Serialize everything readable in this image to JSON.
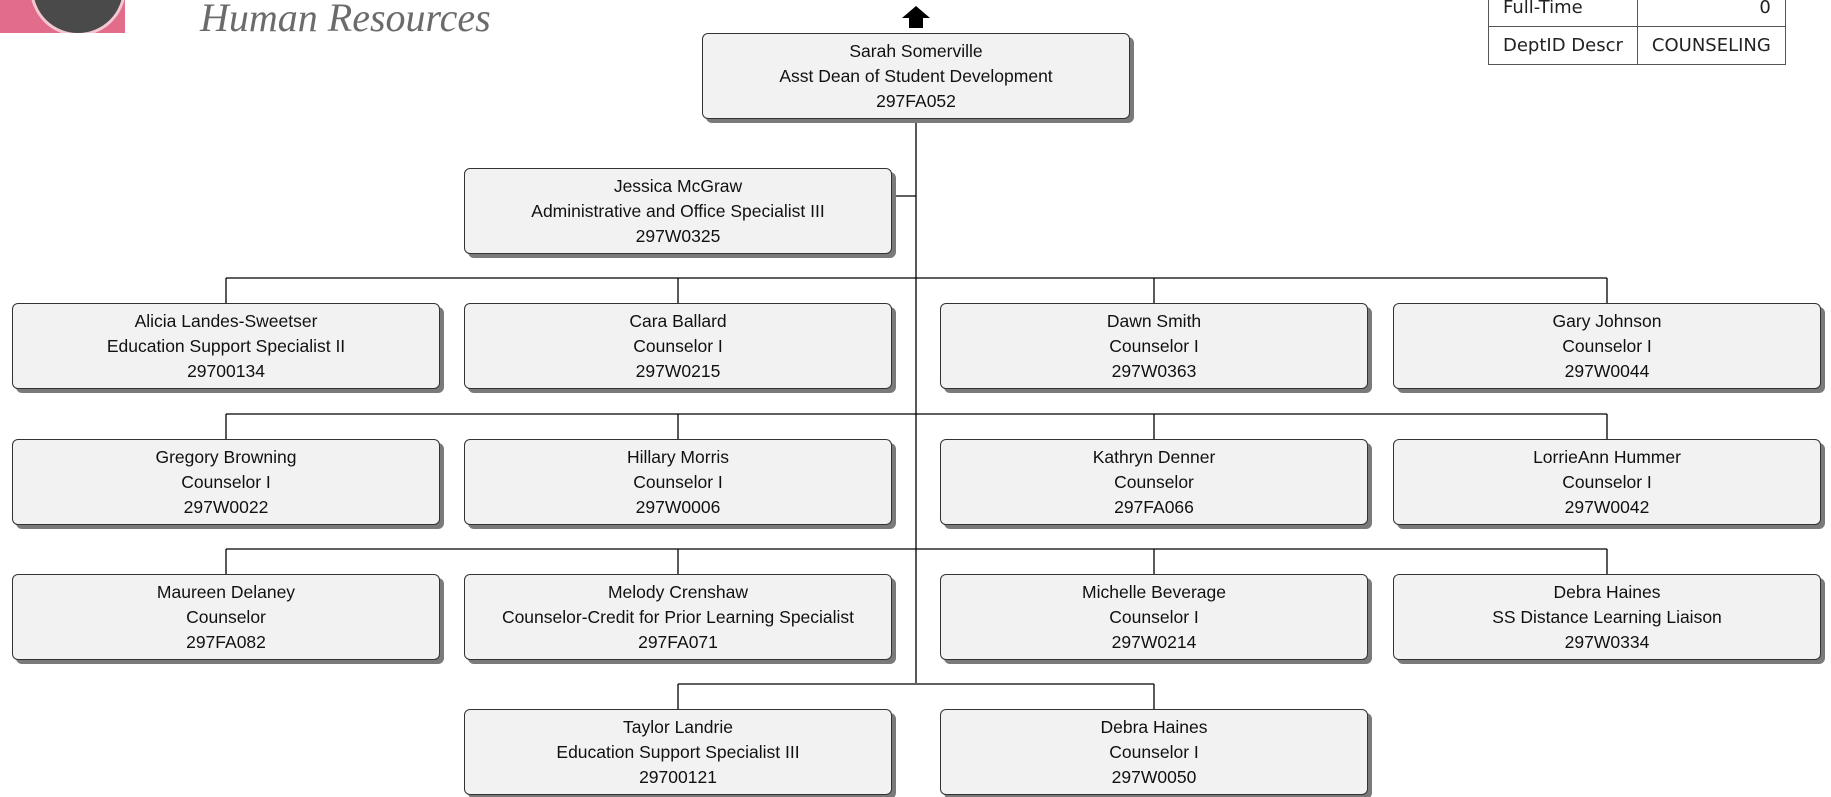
{
  "header": {
    "title": "Human Resources"
  },
  "info_table": {
    "rows": [
      {
        "label": "Full-Time",
        "value": "0"
      },
      {
        "label": "DeptID Descr",
        "value": "COUNSELING"
      }
    ]
  },
  "colors": {
    "box_fill": "#f2f2f2",
    "box_border": "#333333",
    "box_shadow": "#7a7a7a",
    "connector": "#000000",
    "logo_accent": "#e26d8a"
  },
  "icons": {
    "navigate_up": "up-arrow-icon"
  },
  "org_chart": {
    "root": {
      "name": "Sarah Somerville",
      "title": "Asst Dean of Student Development",
      "position_id": "297FA052"
    },
    "assistant": {
      "name": "Jessica McGraw",
      "title": "Administrative and Office Specialist III",
      "position_id": "297W0325"
    },
    "reports": [
      {
        "name": "Alicia Landes-Sweetser",
        "title": "Education Support Specialist II",
        "position_id": "29700134"
      },
      {
        "name": "Cara Ballard",
        "title": "Counselor I",
        "position_id": "297W0215"
      },
      {
        "name": "Dawn Smith",
        "title": "Counselor I",
        "position_id": "297W0363"
      },
      {
        "name": "Gary Johnson",
        "title": "Counselor I",
        "position_id": "297W0044"
      },
      {
        "name": "Gregory Browning",
        "title": "Counselor I",
        "position_id": "297W0022"
      },
      {
        "name": "Hillary Morris",
        "title": "Counselor I",
        "position_id": "297W0006"
      },
      {
        "name": "Kathryn Denner",
        "title": "Counselor",
        "position_id": "297FA066"
      },
      {
        "name": "LorrieAnn Hummer",
        "title": "Counselor I",
        "position_id": "297W0042"
      },
      {
        "name": "Maureen Delaney",
        "title": "Counselor",
        "position_id": "297FA082"
      },
      {
        "name": "Melody Crenshaw",
        "title": "Counselor-Credit for Prior Learning Specialist",
        "position_id": "297FA071"
      },
      {
        "name": "Michelle Beverage",
        "title": "Counselor I",
        "position_id": "297W0214"
      },
      {
        "name": "Debra Haines",
        "title": "SS Distance Learning Liaison",
        "position_id": "297W0334"
      },
      {
        "name": "Taylor Landrie",
        "title": "Education Support Specialist III",
        "position_id": "29700121"
      },
      {
        "name": "Debra Haines",
        "title": "Counselor I",
        "position_id": "297W0050"
      }
    ]
  }
}
